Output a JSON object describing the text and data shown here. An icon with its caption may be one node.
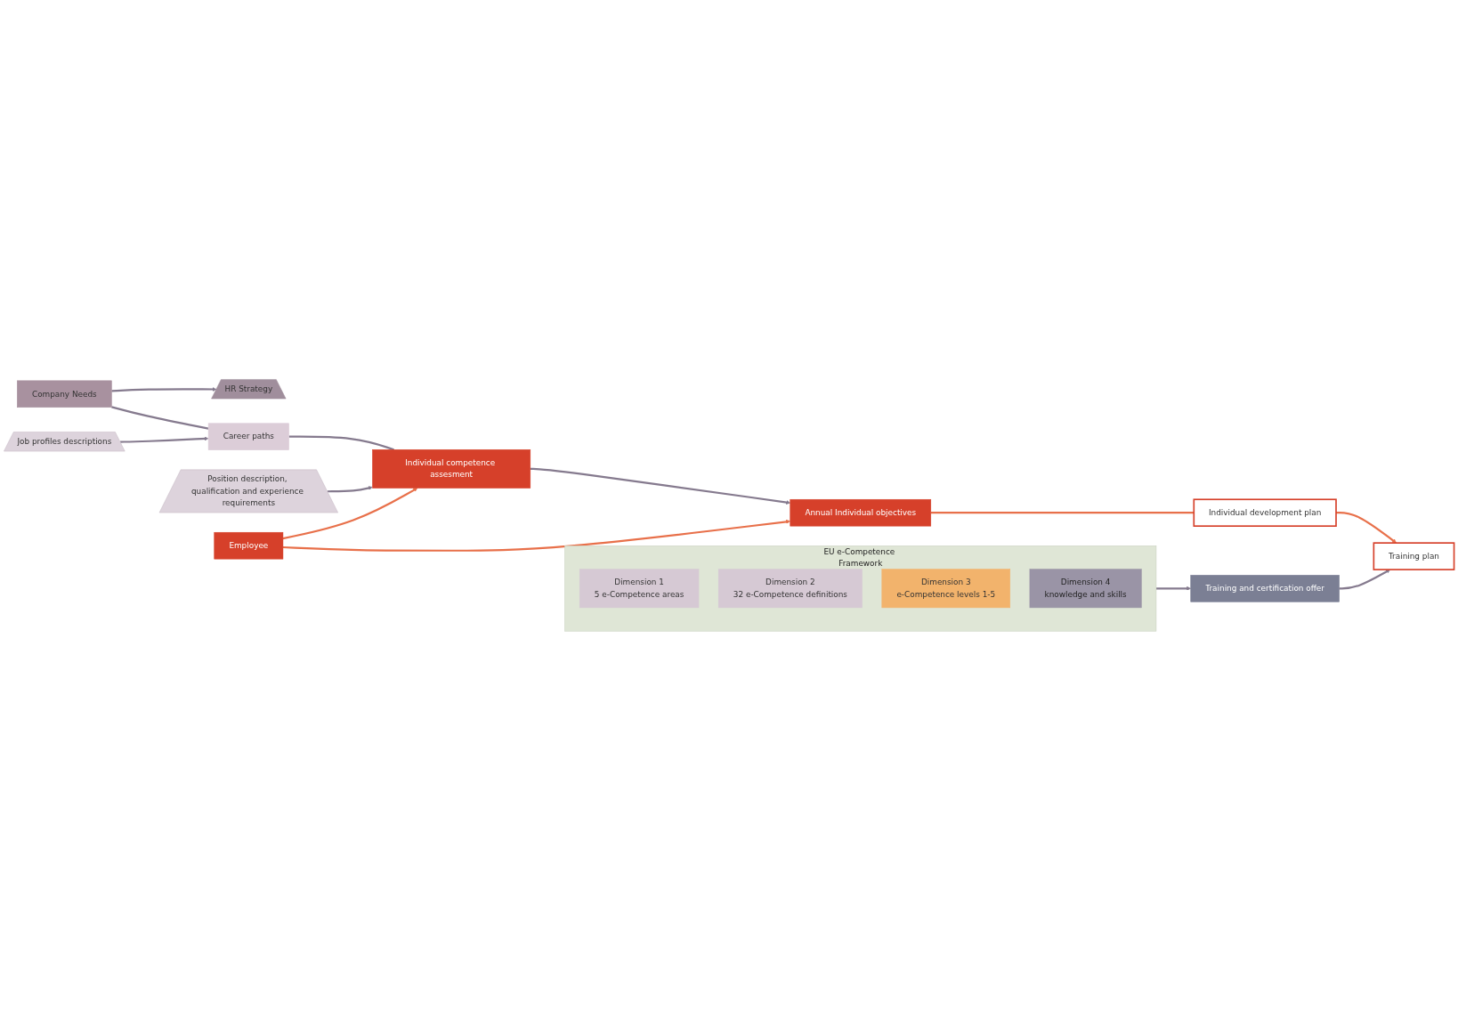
{
  "diagram": {
    "nodes": [
      {
        "text": [
          "EU e-Competence Framework"
        ]
      },
      {
        "text": [
          "Dimension 1",
          "5 e-Competence areas"
        ],
        "in": 0
      },
      {
        "text": [
          "Dimension 2",
          "32 e-Competence definitions"
        ],
        "in": 0
      },
      {
        "text": [
          "Dimension 3",
          "e-Competence levels 1-5"
        ],
        "in": 0
      },
      {
        "text": [
          "Dimension 4",
          "knowledge and skills"
        ],
        "in": 0
      },
      {
        "text": [
          "HR Strategy"
        ]
      },
      {
        "text": [
          "Job profiles descriptions"
        ]
      },
      {
        "text": [
          "Position description, qualification and experience requirements"
        ]
      },
      {
        "text": [
          "Employee"
        ]
      },
      {
        "text": [
          "Company Needs"
        ]
      },
      {
        "text": [
          "Career paths"
        ]
      },
      {
        "text": [
          "Individual competence assesment"
        ]
      },
      {
        "text": [
          "Annual Individual objectives"
        ]
      },
      {
        "text": [
          "Individual development plan"
        ]
      },
      {
        "text": [
          "Training plan"
        ]
      },
      {
        "text": [
          "Training and certification offer"
        ]
      }
    ],
    "edges": [
      {
        "from": 9,
        "to": 5,
        "arrow": "to"
      },
      {
        "from": 9,
        "to": 10,
        "arrow": "none"
      },
      {
        "from": 6,
        "to": 10,
        "arrow": "to"
      },
      {
        "from": 10,
        "to": 11,
        "arrow": "none"
      },
      {
        "from": 11,
        "to": 12,
        "arrow": "to"
      },
      {
        "from": 7,
        "to": 11,
        "arrow": "to"
      },
      {
        "from": 8,
        "to": 11,
        "arrow": "to",
        "color": "#e8704a"
      },
      {
        "from": 8,
        "to": 12,
        "arrow": "to",
        "color": "#e8704a"
      },
      {
        "from": 12,
        "to": 13,
        "arrow": "none",
        "color": "#e8704a"
      },
      {
        "from": 13,
        "to": 14,
        "arrow": "to",
        "color": "#e8704a"
      },
      {
        "from": 0,
        "to": 15,
        "arrow": "to"
      },
      {
        "from": 15,
        "to": 14,
        "arrow": "to"
      }
    ]
  }
}
